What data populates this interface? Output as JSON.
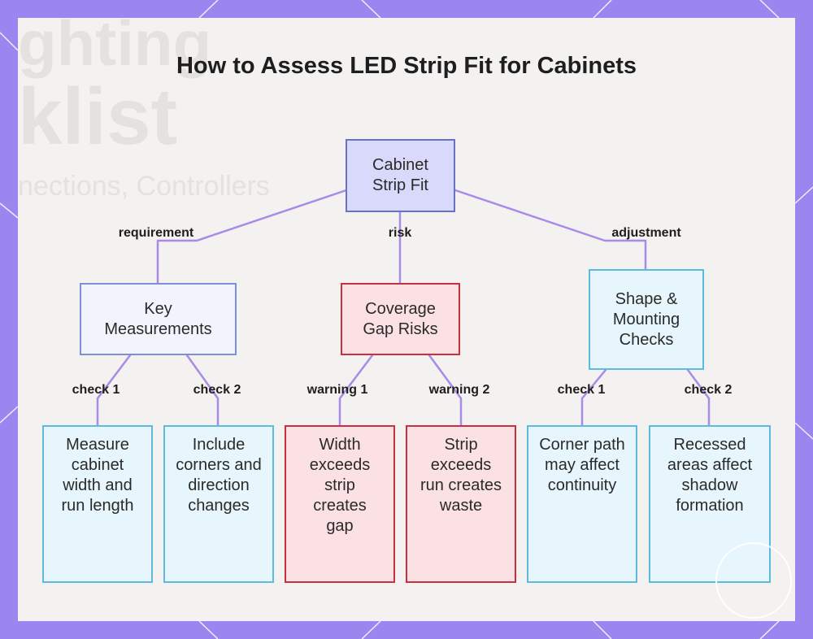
{
  "title": "How to Assess LED Strip Fit for Cabinets",
  "background_text": [
    "ghting",
    "klist",
    "nections, Controllers"
  ],
  "colors": {
    "frame": "#9b86f0",
    "connector": "#a98ae6",
    "root_fill": "#d9d9fb",
    "blue_border": "#7e8fd8",
    "red_border": "#c9303d",
    "cyan_border": "#5dbbe0"
  },
  "nodes": {
    "root": "Cabinet Strip Fit",
    "key_measurements": "Key Measurements",
    "coverage_gap_risks": "Coverage Gap Risks",
    "shape_mounting_checks": "Shape & Mounting Checks",
    "measure_cabinet": "Measure cabinet width and run length",
    "include_corners": "Include corners and direction changes",
    "width_exceeds": "Width exceeds strip creates gap",
    "strip_exceeds": "Strip exceeds run creates waste",
    "corner_path": "Corner path may affect continuity",
    "recessed_areas": "Recessed areas affect shadow formation"
  },
  "edge_labels": {
    "requirement": "requirement",
    "risk": "risk",
    "adjustment": "adjustment",
    "km_check1": "check 1",
    "km_check2": "check 2",
    "cg_warning1": "warning 1",
    "cg_warning2": "warning 2",
    "sm_check1": "check 1",
    "sm_check2": "check 2"
  }
}
